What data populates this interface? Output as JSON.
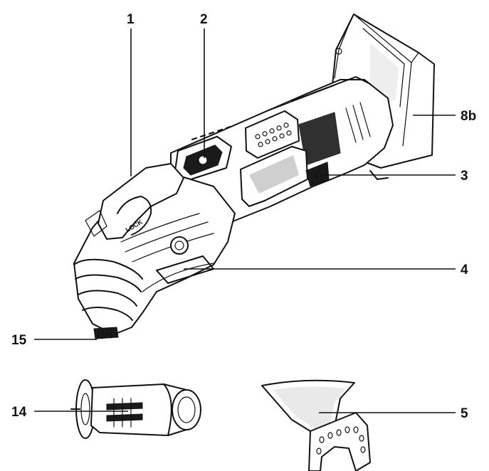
{
  "diagram": {
    "callouts": [
      {
        "id": "c1",
        "label": "1"
      },
      {
        "id": "c2",
        "label": "2"
      },
      {
        "id": "c8b",
        "label": "8b"
      },
      {
        "id": "c3",
        "label": "3"
      },
      {
        "id": "c4",
        "label": "4"
      },
      {
        "id": "c15",
        "label": "15"
      },
      {
        "id": "c14",
        "label": "14"
      },
      {
        "id": "c5",
        "label": "5"
      }
    ],
    "engraved_text": "LOCK"
  },
  "colors": {
    "ink": "#111111",
    "background": "#ffffff",
    "shade": "#cfcfcf"
  }
}
